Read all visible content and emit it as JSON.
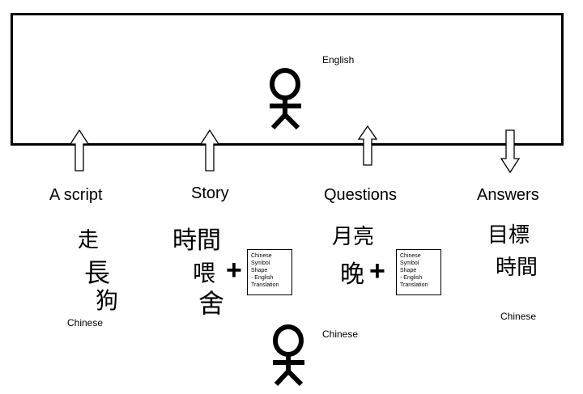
{
  "room": {
    "person_label": "English"
  },
  "arrows": [
    {
      "direction": "up"
    },
    {
      "direction": "up"
    },
    {
      "direction": "up"
    },
    {
      "direction": "down"
    }
  ],
  "columns": {
    "script": {
      "heading": "A script",
      "chars": [
        "走",
        "長",
        "狗"
      ],
      "footer": "Chinese"
    },
    "story": {
      "heading": "Story",
      "chars": [
        "時間",
        "喂",
        "舍"
      ],
      "box_text": "Chinese\nSymbol\nShape\n- English\nTranslation"
    },
    "questions": {
      "heading": "Questions",
      "chars": [
        "月亮",
        "晚"
      ],
      "box_text": "Chinese\nSymbol\nShape\n- English\nTranslation"
    },
    "answers": {
      "heading": "Answers",
      "chars": [
        "目標",
        "時間"
      ],
      "footer": "Chinese"
    }
  },
  "plus_sign": "+",
  "outside_person": {
    "label": "Chinese"
  }
}
